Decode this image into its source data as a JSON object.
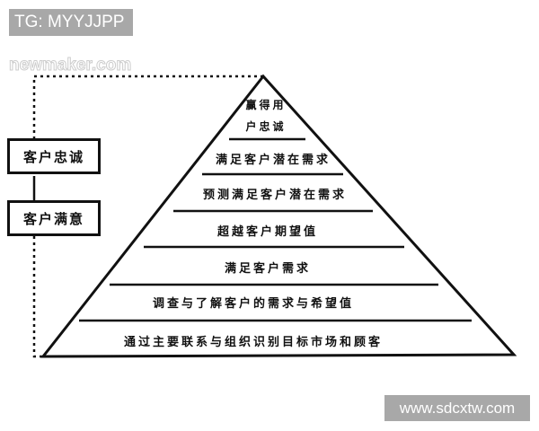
{
  "watermarks": {
    "tag": "TG: MYYJJPP",
    "top_site": "newmaker.com",
    "bottom_site": "www.sdcxtw.com"
  },
  "side_boxes": [
    {
      "label": "客户忠诚"
    },
    {
      "label": "客户满意"
    }
  ],
  "pyramid": {
    "layers_top_to_bottom": [
      {
        "line1": "赢得用",
        "line2": "户忠诚"
      },
      {
        "label": "满足客户潜在需求"
      },
      {
        "label": "预测满足客户潜在需求"
      },
      {
        "label": "超越客户期望值"
      },
      {
        "label": "满足客户需求"
      },
      {
        "label": "调查与了解客户的需求与希望值"
      },
      {
        "label": "通过主要联系与组织识别目标市场和顾客"
      }
    ]
  },
  "colors": {
    "line": "#111111",
    "background": "#ffffff",
    "watermark_bg": "#a8a8a8"
  }
}
